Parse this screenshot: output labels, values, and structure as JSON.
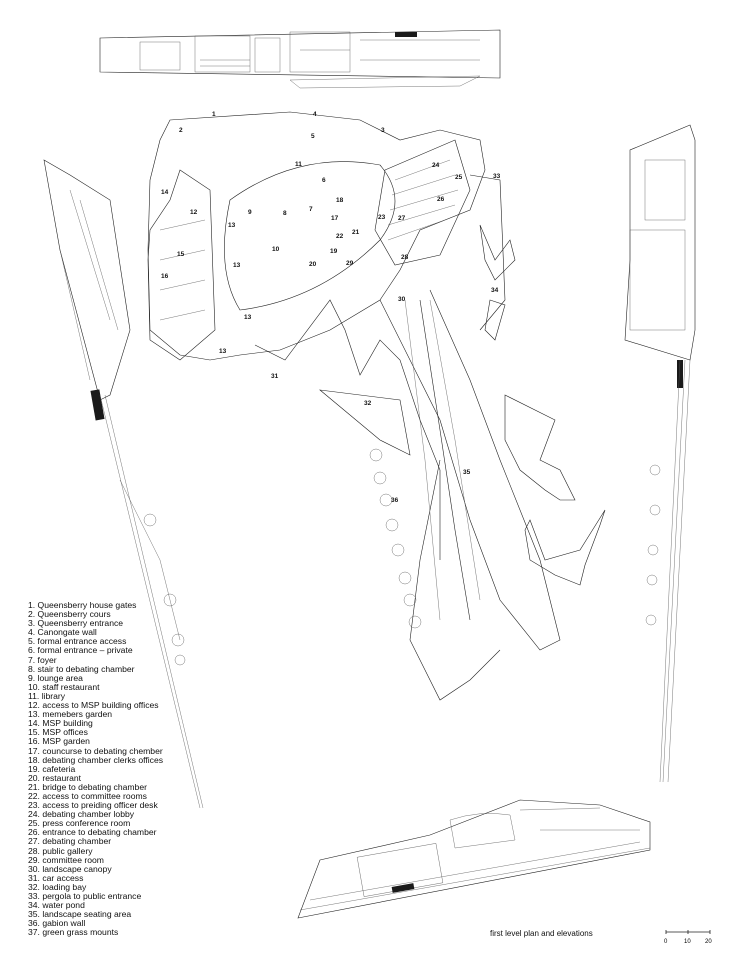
{
  "legend": [
    "1. Queensberry house gates",
    "2. Queensberry cours",
    "3. Queensberry entrance",
    "4. Canongate wall",
    "5. formal entrance access",
    "6. formal entrance – private",
    "7. foyer",
    "8. stair to debating chamber",
    "9. lounge area",
    "10. staff  restaurant",
    "11. library",
    "12. access to MSP building offices",
    "13. memebers garden",
    "14. MSP building",
    "15. MSP offices",
    "16. MSP garden",
    "17. councurse to debating chember",
    "18. debating chamber clerks offices",
    "19. cafeteria",
    "20. restaurant",
    "21. bridge to debating chamber",
    "22. access to committee rooms",
    "23. access to preiding officer desk",
    "24. debating chamber lobby",
    "25. press conference room",
    "26. entrance to debating chamber",
    "27. debating chamber",
    "28. public gallery",
    "29. committee room",
    "30. landscape canopy",
    "31. car access",
    "32. loading bay",
    "33. pergola to public entrance",
    "34. water pond",
    "35. landscape seating area",
    "36. gabion wall",
    "37. green grass mounts"
  ],
  "caption": "first level plan and elevations",
  "scale": {
    "labels": [
      "0",
      "10",
      "20"
    ]
  },
  "plan_numbers": [
    "1",
    "2",
    "3",
    "4",
    "5",
    "6",
    "7",
    "8",
    "9",
    "10",
    "11",
    "12",
    "13",
    "13",
    "13",
    "13",
    "14",
    "15",
    "16",
    "17",
    "18",
    "19",
    "20",
    "21",
    "22",
    "23",
    "24",
    "25",
    "26",
    "27",
    "28",
    "29",
    "30",
    "31",
    "32",
    "33",
    "34",
    "35",
    "36"
  ]
}
